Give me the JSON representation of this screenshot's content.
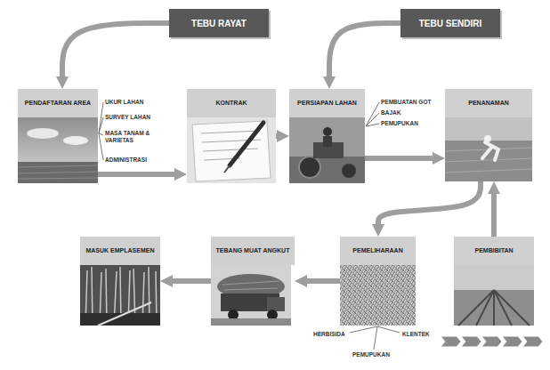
{
  "diagram": {
    "nodes": [
      {
        "text": [
          "TEBU RAYAT"
        ]
      },
      {
        "text": [
          "TEBU SENDIRI"
        ]
      },
      {
        "text": [
          "PENDAFTARAN AREA"
        ]
      },
      {
        "text": [
          "KONTRAK"
        ]
      },
      {
        "text": [
          "PERSIAPAN LAHAN"
        ]
      },
      {
        "text": [
          "PENANAMAN"
        ]
      },
      {
        "text": [
          "MASUK EMPLASEMEN"
        ]
      },
      {
        "text": [
          "TEBANG MUAT ANGKUT"
        ]
      },
      {
        "text": [
          "PEMELIHARAAN"
        ]
      },
      {
        "text": [
          "PEMBIBITAN"
        ]
      }
    ],
    "edges": [
      {
        "from": 0,
        "to": 2,
        "arrow": "to"
      },
      {
        "from": 1,
        "to": 4,
        "arrow": "to"
      },
      {
        "from": 2,
        "to": 3,
        "arrow": "to"
      },
      {
        "from": 3,
        "to": 4,
        "arrow": "to"
      },
      {
        "from": 4,
        "to": 5,
        "arrow": "to"
      },
      {
        "from": 5,
        "to": 8,
        "arrow": "to"
      },
      {
        "from": 9,
        "to": 5,
        "arrow": "to"
      },
      {
        "from": 8,
        "to": 7,
        "arrow": "to"
      },
      {
        "from": 7,
        "to": 6,
        "arrow": "to"
      }
    ],
    "labels": [
      "UKUR LAHAN",
      "SURVEY LAHAN",
      "MASA TANAM & VARIETAS",
      "ADMINISTRASI",
      "PEMBUATAN GOT",
      "BAJAK",
      "PEMUPUKAN",
      "HERBISIDA",
      "KLENTEK",
      "PEMUPUKAN"
    ]
  }
}
